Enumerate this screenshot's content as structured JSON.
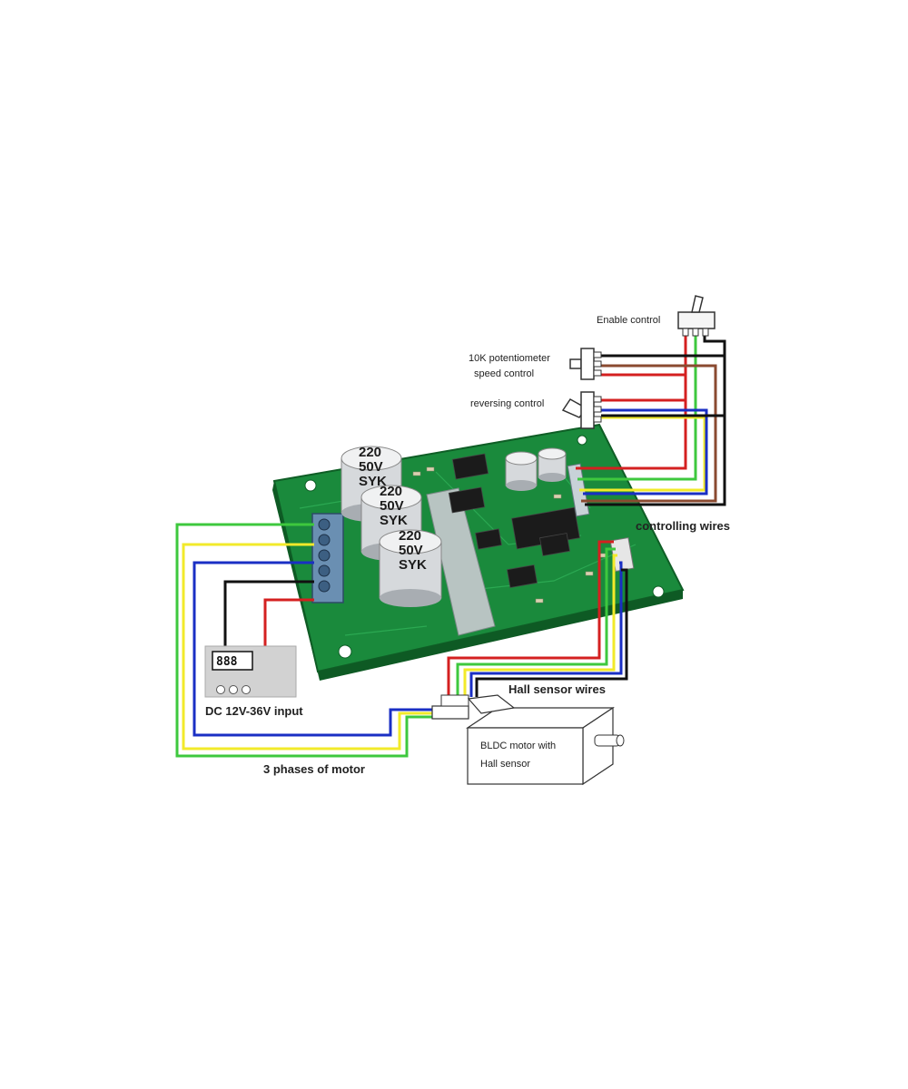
{
  "labels": {
    "enable_control": "Enable control",
    "potentiometer_line1": "10K potentiometer",
    "potentiometer_line2": "speed control",
    "reversing_control": "reversing control",
    "controlling_wires": "controlling wires",
    "hall_sensor_wires": "Hall sensor wires",
    "dc_input": "DC 12V-36V input",
    "three_phases": "3 phases of motor",
    "motor_line1": "BLDC  motor  with",
    "motor_line2": "Hall sensor"
  },
  "power_supply": {
    "display_digits": "888"
  },
  "capacitors": {
    "large_line1": "220",
    "large_line2": "50V",
    "large_line3": "SYK"
  },
  "wire_colors": {
    "red": "#d42020",
    "black": "#111111",
    "brown": "#8a4a30",
    "green": "#3ec83e",
    "yellow": "#f2ea2a",
    "blue": "#1a2fc4"
  }
}
